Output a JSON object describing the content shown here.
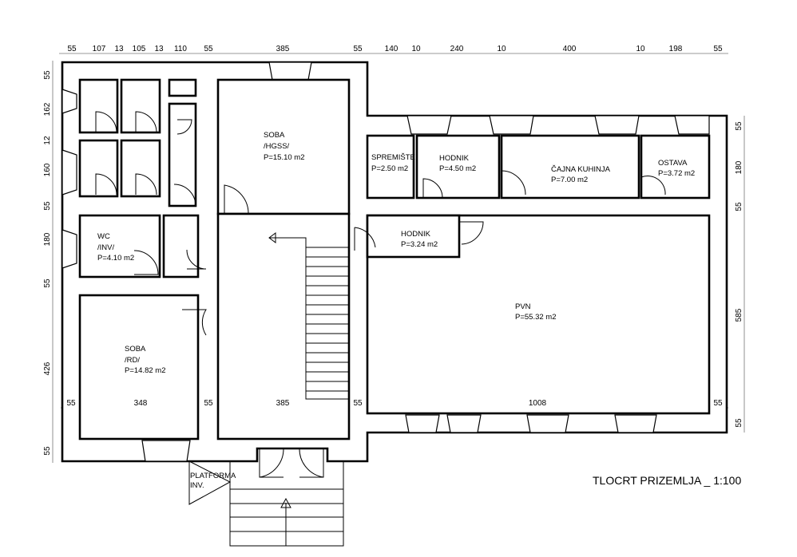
{
  "title": "TLOCRT  PRIZEMLJA _ 1:100",
  "dimensions": {
    "top": [
      "55",
      "107",
      "13",
      "105",
      "13",
      "110",
      "55",
      "385",
      "55",
      "140",
      "10",
      "240",
      "10",
      "400",
      "10",
      "198",
      "55"
    ],
    "left": [
      "55",
      "162",
      "12",
      "160",
      "55",
      "180",
      "55",
      "426",
      "55"
    ],
    "right": [
      "55",
      "180",
      "55",
      "585",
      "55"
    ],
    "inner": [
      "55",
      "348",
      "55",
      "385",
      "55",
      "1008",
      "55"
    ]
  },
  "rooms": [
    {
      "name": "SOBA",
      "sub": "/HGSS/",
      "area": "P=15.10 m2"
    },
    {
      "name": "SPREMIŠTE",
      "area": "P=2.50 m2"
    },
    {
      "name": "HODNIK",
      "area": "P=4.50 m2"
    },
    {
      "name": "ČAJNA KUHINJA",
      "area": "P=7.00 m2"
    },
    {
      "name": "OSTAVA",
      "area": "P=3.72 m2"
    },
    {
      "name": "WC",
      "sub": "/INV/",
      "area": "P=4.10 m2"
    },
    {
      "name": "HODNIK",
      "area": "P=3.24 m2"
    },
    {
      "name": "PVN",
      "area": "P=55.32 m2"
    },
    {
      "name": "SOBA",
      "sub": "/RD/",
      "area": "P=14.82 m2"
    }
  ],
  "platform": {
    "line1": "PLATFORMA",
    "line2": "INV."
  }
}
